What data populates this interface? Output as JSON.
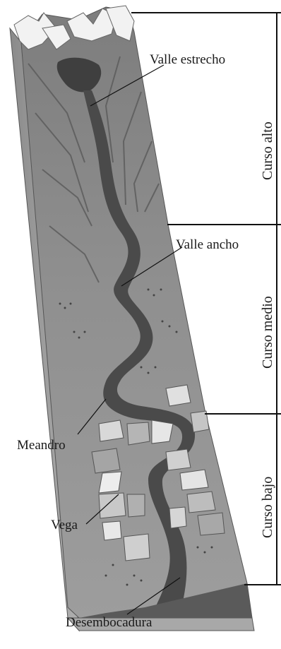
{
  "diagram": {
    "labels": {
      "valle_estrecho": "Valle estrecho",
      "valle_ancho": "Valle ancho",
      "meandro": "Meandro",
      "vega": "Vega",
      "desembocadura": "Desembocadura"
    },
    "sections": {
      "curso_alto": "Curso alto",
      "curso_medio": "Curso medio",
      "curso_bajo": "Curso bajo"
    },
    "colors": {
      "terrain": "#8c8c8c",
      "terrain_dark": "#5f5f5f",
      "river": "#4a4a4a",
      "snow": "#f2f2f2",
      "fields_light": "#d8d8d8",
      "side_face": "#9a9a9a"
    }
  }
}
